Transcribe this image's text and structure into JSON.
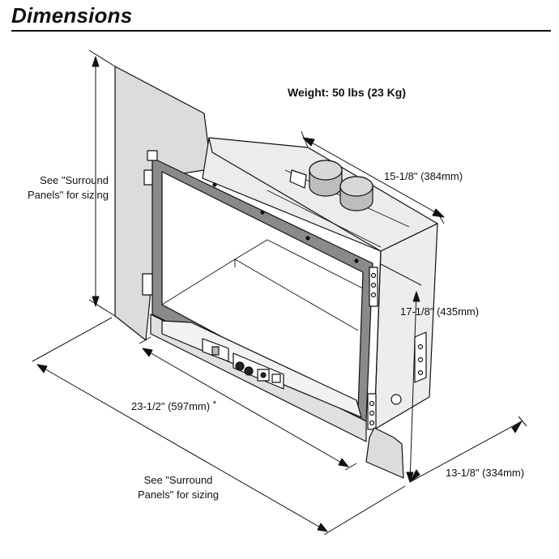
{
  "header": {
    "title": "Dimensions"
  },
  "weight": "Weight: 50 lbs (23 Kg)",
  "dimensions": {
    "depth_top": "15-1/8\" (384mm)",
    "height": "17-1/8\" (435mm)",
    "width": "23-1/2\" (597mm)",
    "width_note": "*",
    "depth_bottom": "13-1/8\" (334mm)"
  },
  "surround_notes": {
    "left": [
      "See \"Surround",
      "Panels\" for sizing"
    ],
    "bottom": [
      "See \"Surround",
      "Panels\" for sizing"
    ]
  },
  "colors": {
    "panel": "#dcdcdc",
    "box": "#ededed",
    "frame": "#8a8a8a",
    "line": "#111111"
  }
}
